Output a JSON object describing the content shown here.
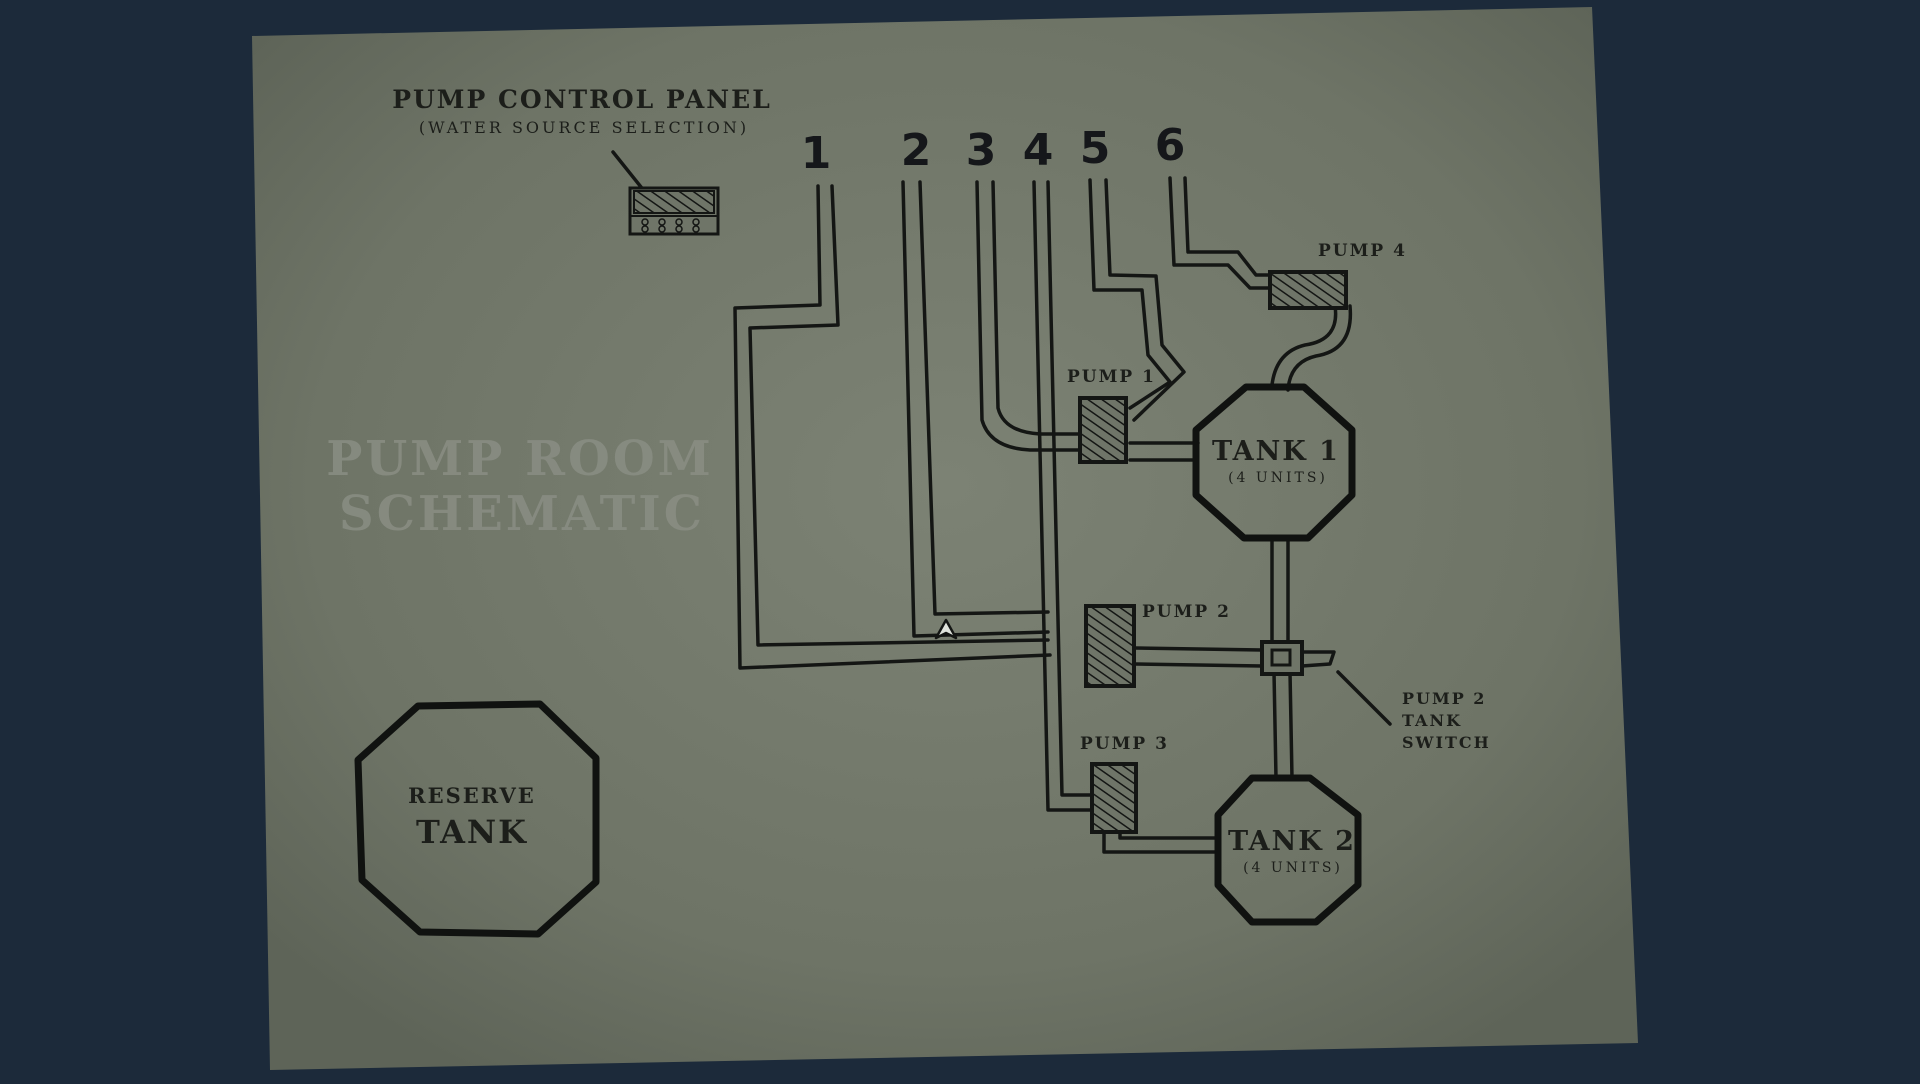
{
  "panel": {
    "title": "PUMP CONTROL PANEL",
    "subtitle": "(WATER SOURCE SELECTION)"
  },
  "heading": {
    "line1": "PUMP ROOM",
    "line2": "SCHEMATIC"
  },
  "sources": [
    "1",
    "2",
    "3",
    "4",
    "5",
    "6"
  ],
  "pumps": {
    "pump1": "PUMP 1",
    "pump2": "PUMP 2",
    "pump3": "PUMP 3",
    "pump4": "PUMP 4"
  },
  "tanks": {
    "tank1": {
      "name": "TANK 1",
      "capacity": "(4 UNITS)"
    },
    "tank2": {
      "name": "TANK 2",
      "capacity": "(4 UNITS)"
    },
    "reserve": {
      "line1": "RESERVE",
      "line2": "TANK"
    }
  },
  "switch": {
    "line1": "PUMP 2",
    "line2": "TANK",
    "line3": "SWITCH"
  },
  "colors": {
    "background": "#1c2a3a",
    "paper": "#747a6c",
    "ink": "#141614"
  },
  "icons": [
    "cursor-arrow-icon",
    "control-panel-icon"
  ]
}
